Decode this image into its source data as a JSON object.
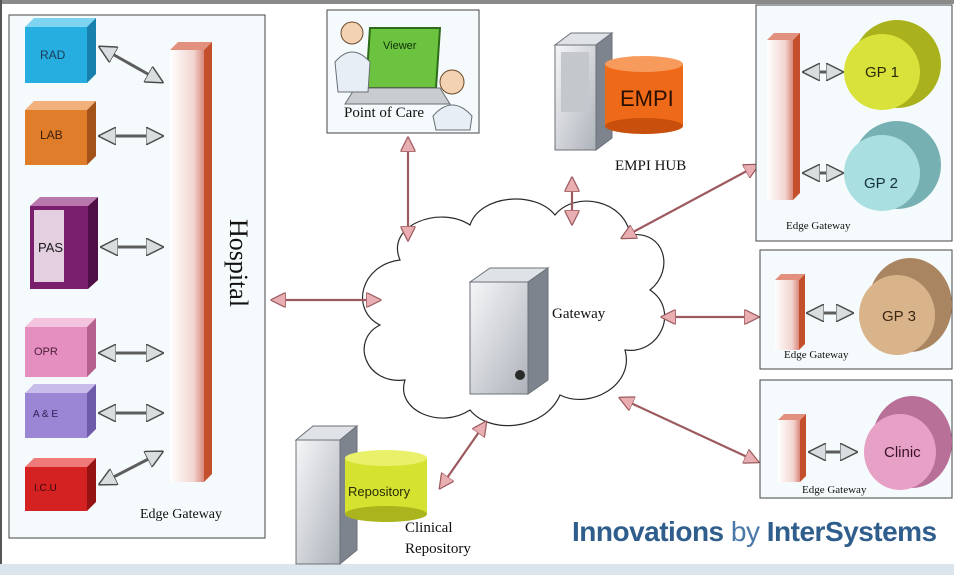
{
  "hospital": {
    "title": "Hospital",
    "gateway_label": "Edge Gateway",
    "departments": [
      "RAD",
      "LAB",
      "PAS",
      "OPR",
      "A & E",
      "I.C.U"
    ]
  },
  "point_of_care": {
    "title": "Point of Care",
    "screen_label": "Viewer"
  },
  "empi": {
    "db_label": "EMPI",
    "hub_label": "EMPI HUB"
  },
  "gateway": {
    "label": "Gateway"
  },
  "repository": {
    "db_label": "Repository",
    "caption_line1": "Clinical",
    "caption_line2": "Repository"
  },
  "gp_box1": {
    "gp1": "GP 1",
    "gp2": "GP 2",
    "gateway_label": "Edge Gateway"
  },
  "gp_box2": {
    "gp3": "GP 3",
    "gateway_label": "Edge Gateway"
  },
  "clinic_box": {
    "clinic": "Clinic",
    "gateway_label": "Edge Gateway"
  },
  "brand": {
    "part1": "Innovations",
    "part2": "by",
    "part3": "InterSystems"
  },
  "colors": {
    "rad": "#27aee0",
    "lab": "#e07d2a",
    "pas": "#7a1f6e",
    "opr": "#e58ec0",
    "ae": "#9b86d6",
    "icu": "#d42222",
    "empi": "#ef6a18",
    "gp1": "#d8e23a",
    "gp2": "#a9dfe0",
    "gp3": "#d9b48b",
    "clinic": "#e7a1c7",
    "repository": "#d6e230",
    "gateway_bar": "#c84a2a",
    "brand": "#2f5d8c"
  }
}
